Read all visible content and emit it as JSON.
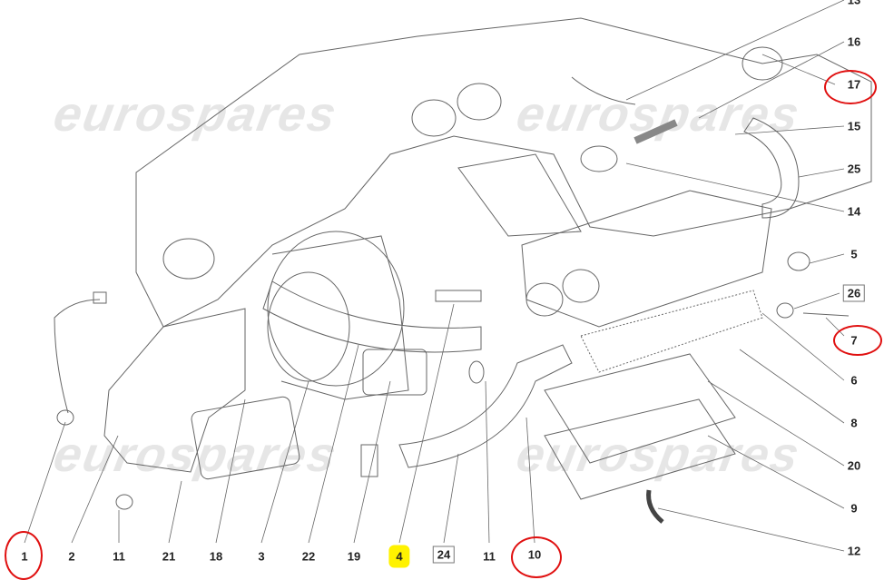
{
  "watermark": "eurospares",
  "callouts_right": [
    {
      "label": "13"
    },
    {
      "label": "16"
    },
    {
      "label": "17",
      "circled": true
    },
    {
      "label": "15"
    },
    {
      "label": "25"
    },
    {
      "label": "14"
    },
    {
      "label": "5"
    },
    {
      "label": "26",
      "boxed": true
    },
    {
      "label": "7",
      "circled": true
    },
    {
      "label": "6"
    },
    {
      "label": "8"
    },
    {
      "label": "20"
    },
    {
      "label": "9"
    },
    {
      "label": "12"
    }
  ],
  "callouts_bottom": [
    {
      "label": "1",
      "circled": true
    },
    {
      "label": "2"
    },
    {
      "label": "11"
    },
    {
      "label": "21"
    },
    {
      "label": "18"
    },
    {
      "label": "3"
    },
    {
      "label": "22"
    },
    {
      "label": "19"
    },
    {
      "label": "4",
      "highlighted": true
    },
    {
      "label": "24",
      "boxed": true
    },
    {
      "label": "11"
    },
    {
      "label": "10",
      "circled": true
    }
  ],
  "colors": {
    "annotation_circle": "#e01010",
    "highlight": "#fff200",
    "line": "#555555"
  }
}
